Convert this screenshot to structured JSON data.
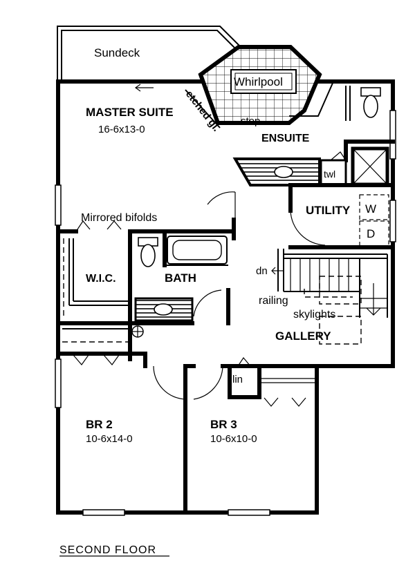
{
  "rooms": {
    "sundeck": "Sundeck",
    "whirlpool": "Whirlpool",
    "etched_glass": "etched gl.",
    "step": "step",
    "master_suite_name": "MASTER SUITE",
    "master_suite_dims": "16-6x13-0",
    "ensuite": "ENSUITE",
    "towel": "twl",
    "utility": "UTILITY",
    "washer": "W",
    "dryer": "D",
    "mirrored_bifolds": "Mirrored bifolds",
    "wic": "W.I.C.",
    "bath": "BATH",
    "stair_down": "dn",
    "railing": "railing",
    "skylights": "skylights",
    "gallery": "GALLERY",
    "linen": "lin",
    "br2_name": "BR 2",
    "br2_dims": "10-6x14-0",
    "br3_name": "BR 3",
    "br3_dims": "10-6x10-0"
  },
  "floor_title": "SECOND FLOOR",
  "colors": {
    "ink": "#000000",
    "paper": "#ffffff"
  }
}
